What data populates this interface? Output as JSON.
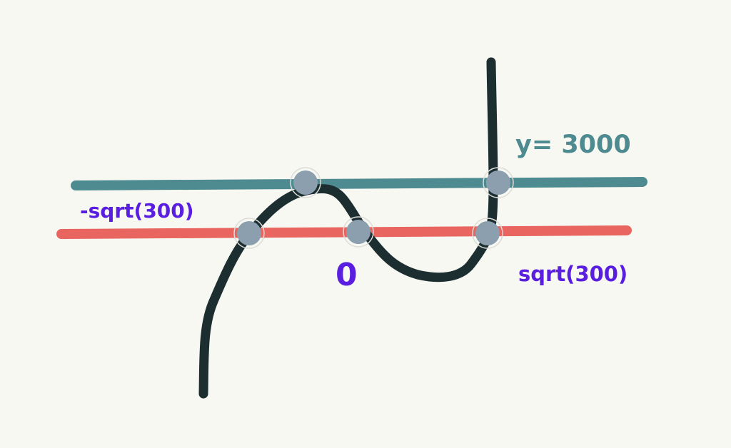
{
  "labels": {
    "horizontal_line": "y= 3000",
    "left_root": "-sqrt(300)",
    "middle_root": "0",
    "right_root": "sqrt(300)"
  },
  "colors": {
    "background": "#f8f8f3",
    "teal_line": "#4e8b90",
    "red_line": "#e96560",
    "curve": "#1d2e31",
    "points": "#8c9fae",
    "label_purple": "#5a1ee0"
  }
}
